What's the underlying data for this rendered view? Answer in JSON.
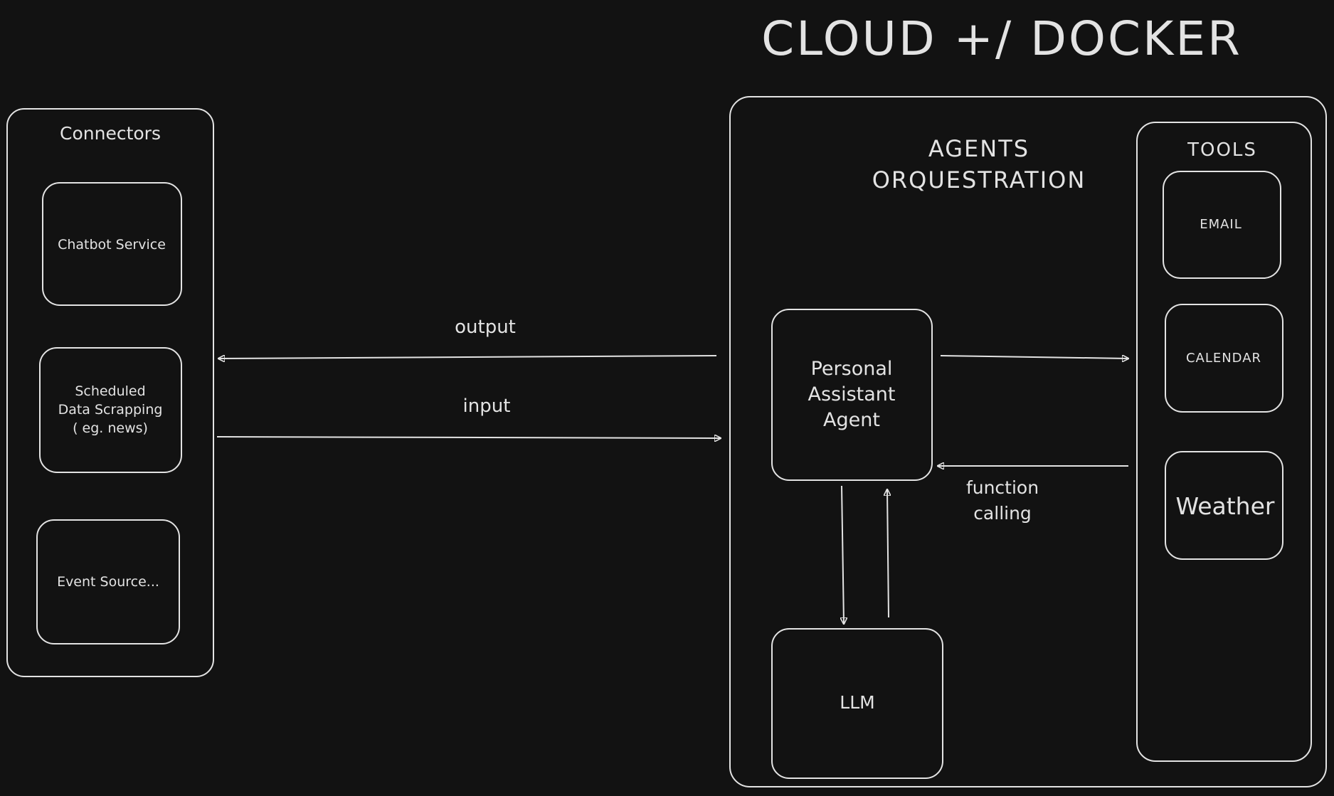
{
  "title": "CLOUD +/ DOCKER",
  "colors": {
    "background": "#121212",
    "stroke": "#e3e3e3",
    "text": "#e3e3e3"
  },
  "connectors": {
    "label": "Connectors",
    "items": [
      {
        "lines": [
          "Chatbot Service"
        ]
      },
      {
        "lines": [
          "Scheduled",
          "Data Scrapping",
          "( eg. news)"
        ]
      },
      {
        "lines": [
          "Event Source..."
        ]
      }
    ]
  },
  "orchestration": {
    "lines": [
      "AGENTS",
      "ORQUESTRATION"
    ],
    "agent": {
      "lines": [
        "Personal",
        "Assistant",
        "Agent"
      ]
    },
    "llm": {
      "lines": [
        "LLM"
      ]
    }
  },
  "tools": {
    "label": "TOOLS",
    "items": [
      {
        "lines": [
          "EMAIL"
        ]
      },
      {
        "lines": [
          "CALENDAR"
        ]
      },
      {
        "lines": [
          "Weather"
        ]
      }
    ]
  },
  "arrows": {
    "output_label": "output",
    "input_label": "input",
    "function_calling_lines": [
      "function",
      "calling"
    ]
  }
}
